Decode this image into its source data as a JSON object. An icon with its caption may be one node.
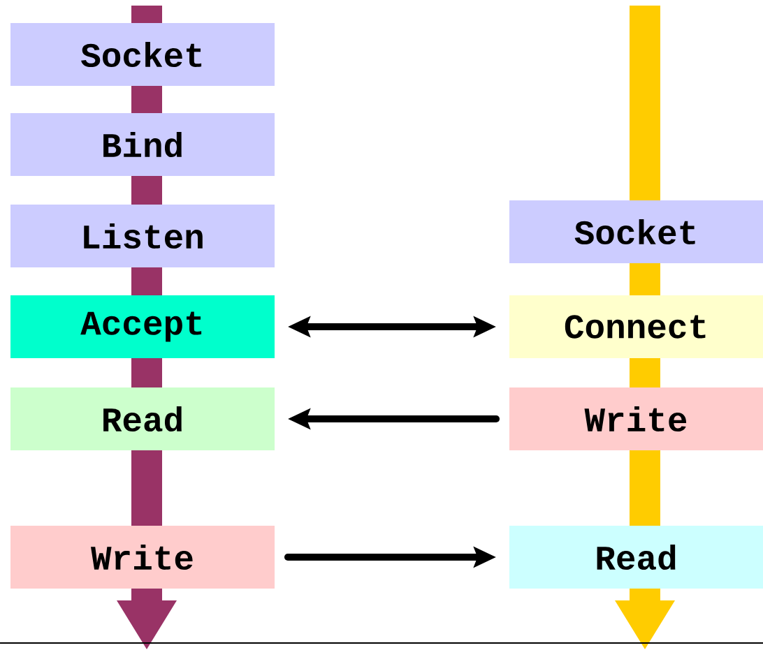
{
  "diagram": {
    "nodes": [
      {
        "text": [
          "Socket"
        ]
      },
      {
        "text": [
          "Bind"
        ]
      },
      {
        "text": [
          "Listen"
        ]
      },
      {
        "text": [
          "Accept"
        ]
      },
      {
        "text": [
          "Read"
        ]
      },
      {
        "text": [
          "Write"
        ]
      },
      {
        "text": [
          "Socket"
        ]
      },
      {
        "text": [
          "Connect"
        ]
      },
      {
        "text": [
          "Write"
        ]
      },
      {
        "text": [
          "Read"
        ]
      }
    ],
    "edges": [
      {
        "from": 3,
        "to": 7,
        "arrow": "both"
      },
      {
        "from": 8,
        "to": 4,
        "arrow": "to"
      },
      {
        "from": 5,
        "to": 9,
        "arrow": "to"
      }
    ]
  }
}
